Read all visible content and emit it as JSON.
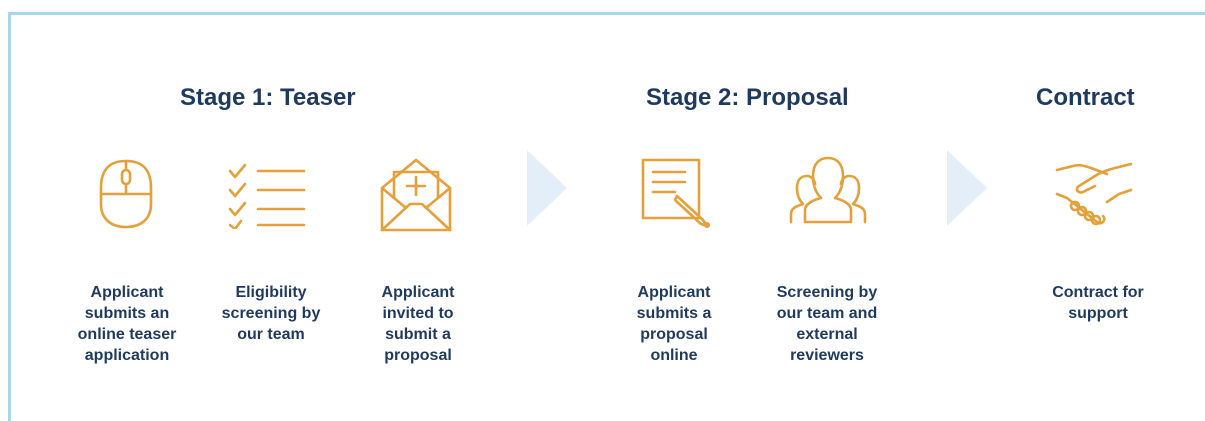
{
  "stages": [
    {
      "title": "Stage 1: Teaser"
    },
    {
      "title": "Stage 2: Proposal"
    },
    {
      "title": "Contract"
    }
  ],
  "steps": [
    {
      "label": "Applicant submits an online teaser application",
      "icon": "mouse-icon"
    },
    {
      "label": "Eligibility screening by our team",
      "icon": "checklist-icon"
    },
    {
      "label": "Applicant invited to submit a proposal",
      "icon": "envelope-icon"
    },
    {
      "label": "Applicant submits a proposal online",
      "icon": "document-pen-icon"
    },
    {
      "label": "Screening by our team and external reviewers",
      "icon": "people-icon"
    },
    {
      "label": "Contract for support",
      "icon": "handshake-icon"
    }
  ],
  "colors": {
    "icon": "#e4a03a",
    "text": "#1f3a5f",
    "arrow": "#e4eef8",
    "frame": "#a9d4ea"
  }
}
